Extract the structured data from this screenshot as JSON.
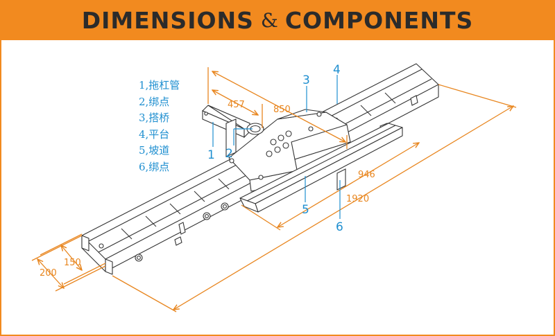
{
  "header": {
    "title_left": "DIMENSIONS",
    "title_amp": "&",
    "title_right": "COMPONENTS"
  },
  "legend": [
    "1,拖杠管",
    "2,绑点",
    "3,搭桥",
    "4,平台",
    "5,坡道",
    "6,绑点"
  ],
  "dimensions": {
    "d457": "457",
    "d850": "850",
    "d946": "946",
    "d1920": "1920",
    "d150": "150",
    "d200": "200"
  },
  "callouts": {
    "c1": "1",
    "c2": "2",
    "c3": "3",
    "c4": "4",
    "c5": "5",
    "c6": "6"
  },
  "colors": {
    "banner": "#f28a1f",
    "dimension": "#e8861f",
    "callout": "#1f8fd0",
    "line": "#333333"
  }
}
